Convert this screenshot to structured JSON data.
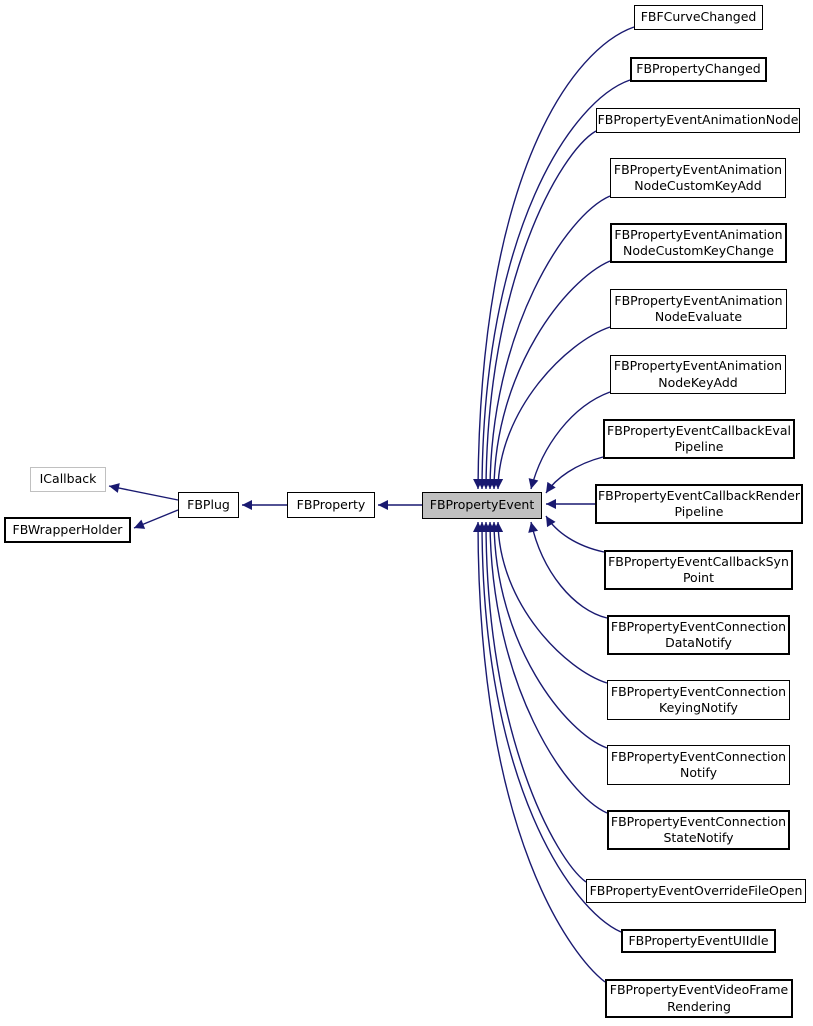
{
  "diagram_title": "FBPropertyEvent inheritance graph",
  "colors": {
    "background": "#ffffff",
    "edge": "#191970",
    "node_border": "#000000",
    "external_node_border": "#c0c0c0",
    "selected_node_fill": "#c0c0c0"
  },
  "graph": {
    "left_chain": [
      {
        "id": "icallback",
        "label": "ICallback"
      },
      {
        "id": "fbwrapperholder",
        "label": "FBWrapperHolder"
      },
      {
        "id": "fbplug",
        "label": "FBPlug"
      },
      {
        "id": "fbproperty",
        "label": "FBProperty"
      }
    ],
    "center": {
      "id": "fbpropertyevent",
      "label": "FBPropertyEvent"
    },
    "derived": [
      {
        "label": "FBFCurveChanged"
      },
      {
        "label": "FBPropertyChanged"
      },
      {
        "label": "FBPropertyEventAnimationNode"
      },
      {
        "label": "FBPropertyEventAnimation\nNodeCustomKeyAdd"
      },
      {
        "label": "FBPropertyEventAnimation\nNodeCustomKeyChange"
      },
      {
        "label": "FBPropertyEventAnimation\nNodeEvaluate"
      },
      {
        "label": "FBPropertyEventAnimation\nNodeKeyAdd"
      },
      {
        "label": "FBPropertyEventCallbackEval\nPipeline"
      },
      {
        "label": "FBPropertyEventCallbackRender\nPipeline"
      },
      {
        "label": "FBPropertyEventCallbackSyn\nPoint"
      },
      {
        "label": "FBPropertyEventConnection\nDataNotify"
      },
      {
        "label": "FBPropertyEventConnection\nKeyingNotify"
      },
      {
        "label": "FBPropertyEventConnection\nNotify"
      },
      {
        "label": "FBPropertyEventConnection\nStateNotify"
      },
      {
        "label": "FBPropertyEventOverrideFileOpen"
      },
      {
        "label": "FBPropertyEventUIIdle"
      },
      {
        "label": "FBPropertyEventVideoFrame\nRendering"
      }
    ]
  }
}
